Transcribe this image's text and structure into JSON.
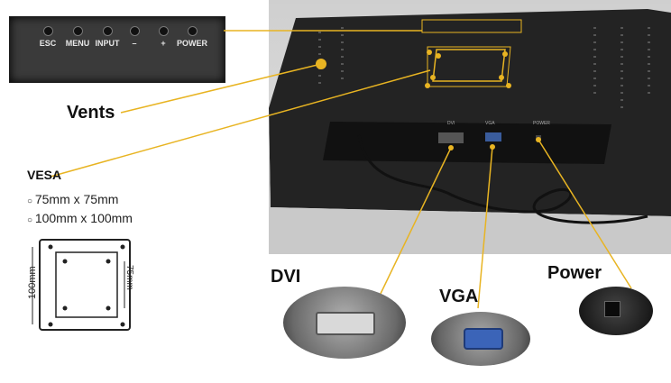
{
  "buttons": [
    "ESC",
    "MENU",
    "INPUT",
    "–",
    "+",
    "POWER"
  ],
  "labels": {
    "vents": "Vents",
    "vesa": "VESA",
    "vesa_opt1": "75mm x 75mm",
    "vesa_opt2": "100mm x 100mm",
    "dvi": "DVI",
    "vga": "VGA",
    "power": "Power"
  },
  "diagram": {
    "outer": "100mm",
    "inner": "75mm"
  },
  "port_labels": {
    "dvi": "DVI",
    "vga": "VGA",
    "power": "POWER"
  },
  "colors": {
    "callout": "#e8b422",
    "panel": "#3a3a3a"
  }
}
